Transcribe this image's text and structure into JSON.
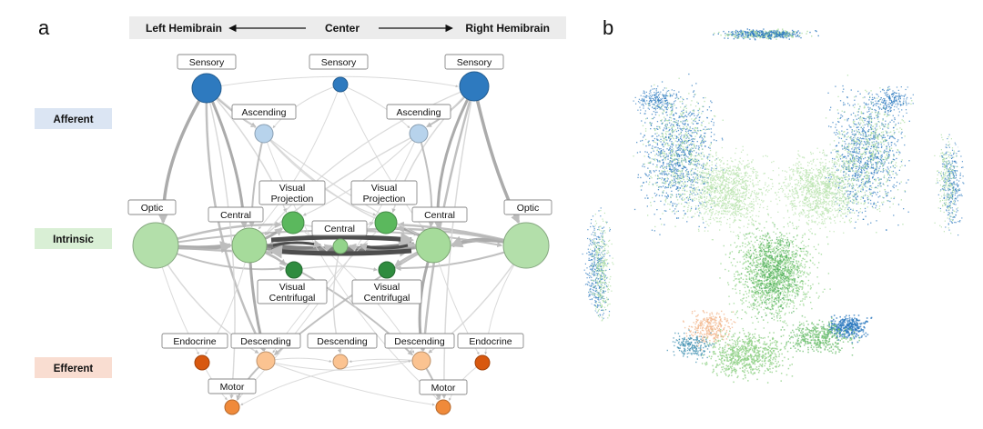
{
  "panels": {
    "a": "a",
    "b": "b"
  },
  "axis": {
    "left": "Left Hemibrain",
    "center": "Center",
    "right": "Right Hemibrain"
  },
  "tiers": [
    {
      "key": "afferent",
      "label": "Afferent",
      "color": "#dbe5f3"
    },
    {
      "key": "intrinsic",
      "label": "Intrinsic",
      "color": "#d9efd5"
    },
    {
      "key": "efferent",
      "label": "Efferent",
      "color": "#f9ddd1"
    }
  ],
  "colors": {
    "sensory": "#2e7abf",
    "ascending": "#b7d3ec",
    "optic": "#b3dfaa",
    "central": "#a6db9b",
    "central_mid": "#93d48b",
    "visual_projection": "#5bb85d",
    "visual_centrifugal": "#2f8c3f",
    "endocrine": "#d8580f",
    "descending": "#fbc391",
    "motor": "#f08a3a"
  },
  "diagram": {
    "nodes": [
      {
        "id": "sensory-left",
        "label": "Sensory",
        "type": "sensory",
        "r": 16
      },
      {
        "id": "sensory-center",
        "label": "Sensory",
        "type": "sensory",
        "r": 8
      },
      {
        "id": "sensory-right",
        "label": "Sensory",
        "type": "sensory",
        "r": 16
      },
      {
        "id": "ascending-left",
        "label": "Ascending",
        "type": "ascending",
        "r": 10
      },
      {
        "id": "ascending-right",
        "label": "Ascending",
        "type": "ascending",
        "r": 10
      },
      {
        "id": "optic-left",
        "label": "Optic",
        "type": "optic",
        "r": 25
      },
      {
        "id": "optic-right",
        "label": "Optic",
        "type": "optic",
        "r": 25
      },
      {
        "id": "central-left",
        "label": "Central",
        "type": "central",
        "r": 19
      },
      {
        "id": "central-center",
        "label": "Central",
        "type": "central_mid",
        "r": 8
      },
      {
        "id": "central-right",
        "label": "Central",
        "type": "central",
        "r": 19
      },
      {
        "id": "vp-left",
        "label": [
          "Visual",
          "Projection"
        ],
        "type": "visual_projection",
        "r": 12
      },
      {
        "id": "vp-right",
        "label": [
          "Visual",
          "Projection"
        ],
        "type": "visual_projection",
        "r": 12
      },
      {
        "id": "vc-left",
        "label": [
          "Visual",
          "Centrifugal"
        ],
        "type": "visual_centrifugal",
        "r": 9
      },
      {
        "id": "vc-right",
        "label": [
          "Visual",
          "Centrifugal"
        ],
        "type": "visual_centrifugal",
        "r": 9
      },
      {
        "id": "endocrine-left",
        "label": "Endocrine",
        "type": "endocrine",
        "r": 8
      },
      {
        "id": "endocrine-right",
        "label": "Endocrine",
        "type": "endocrine",
        "r": 8
      },
      {
        "id": "descending-left",
        "label": "Descending",
        "type": "descending",
        "r": 10
      },
      {
        "id": "descending-center",
        "label": "Descending",
        "type": "descending",
        "r": 8
      },
      {
        "id": "descending-right",
        "label": "Descending",
        "type": "descending",
        "r": 10
      },
      {
        "id": "motor-left",
        "label": "Motor",
        "type": "motor",
        "r": 8
      },
      {
        "id": "motor-right",
        "label": "Motor",
        "type": "motor",
        "r": 8
      }
    ],
    "edges": [
      [
        "sensory-left",
        "optic-left",
        3.5
      ],
      [
        "sensory-left",
        "central-left",
        3
      ],
      [
        "sensory-left",
        "ascending-left",
        2
      ],
      [
        "sensory-left",
        "descending-left",
        2.5
      ],
      [
        "sensory-left",
        "vp-left",
        1.5
      ],
      [
        "sensory-right",
        "optic-right",
        3.5
      ],
      [
        "sensory-right",
        "central-right",
        3
      ],
      [
        "sensory-right",
        "ascending-right",
        2
      ],
      [
        "sensory-right",
        "descending-right",
        2.5
      ],
      [
        "sensory-right",
        "vp-right",
        1.5
      ],
      [
        "sensory-center",
        "central-left",
        1
      ],
      [
        "sensory-center",
        "central-right",
        1
      ],
      [
        "sensory-center",
        "ascending-left",
        1
      ],
      [
        "sensory-center",
        "ascending-right",
        1
      ],
      [
        "ascending-left",
        "central-left",
        2
      ],
      [
        "ascending-left",
        "central-right",
        1.5
      ],
      [
        "ascending-right",
        "central-right",
        2
      ],
      [
        "ascending-right",
        "central-left",
        1.5
      ],
      [
        "ascending-left",
        "vp-right",
        1.2
      ],
      [
        "ascending-right",
        "vp-left",
        1.2
      ],
      [
        "optic-left",
        "central-left",
        4.5
      ],
      [
        "optic-right",
        "central-right",
        4.5
      ],
      [
        "optic-left",
        "vp-left",
        2.5
      ],
      [
        "optic-right",
        "vp-right",
        2.5
      ],
      [
        "optic-left",
        "vc-left",
        2
      ],
      [
        "optic-right",
        "vc-right",
        2
      ],
      [
        "optic-left",
        "central-right",
        2.5
      ],
      [
        "optic-right",
        "central-left",
        2.5
      ],
      [
        "optic-left",
        "optic-right",
        2
      ],
      [
        "central-left",
        "central-right",
        7
      ],
      [
        "central-left",
        "central-center",
        3
      ],
      [
        "central-right",
        "central-center",
        3
      ],
      [
        "central-left",
        "vp-left",
        3
      ],
      [
        "central-right",
        "vp-right",
        3
      ],
      [
        "central-left",
        "vc-left",
        2.5
      ],
      [
        "central-right",
        "vc-right",
        2.5
      ],
      [
        "vp-left",
        "vp-right",
        1.5
      ],
      [
        "vc-left",
        "vc-right",
        1.5
      ],
      [
        "central-left",
        "descending-left",
        3
      ],
      [
        "central-right",
        "descending-right",
        3
      ],
      [
        "central-left",
        "descending-right",
        2
      ],
      [
        "central-right",
        "descending-left",
        2
      ],
      [
        "central-center",
        "descending-center",
        1.5
      ],
      [
        "central-left",
        "endocrine-left",
        1
      ],
      [
        "central-right",
        "endocrine-right",
        1
      ],
      [
        "descending-left",
        "motor-left",
        2
      ],
      [
        "descending-right",
        "motor-right",
        2
      ],
      [
        "descending-left",
        "motor-right",
        1
      ],
      [
        "descending-right",
        "motor-left",
        1
      ],
      [
        "descending-left",
        "descending-center",
        1
      ],
      [
        "descending-right",
        "descending-center",
        1
      ],
      [
        "descending-left",
        "descending-right",
        1
      ],
      [
        "sensory-left",
        "motor-left",
        1.5
      ],
      [
        "sensory-right",
        "motor-right",
        1.5
      ],
      [
        "optic-left",
        "descending-left",
        1.5
      ],
      [
        "optic-right",
        "descending-right",
        1.5
      ],
      [
        "optic-left",
        "endocrine-left",
        1
      ],
      [
        "optic-right",
        "endocrine-right",
        1
      ],
      [
        "vp-left",
        "descending-right",
        1
      ],
      [
        "vp-right",
        "descending-left",
        1
      ],
      [
        "ascending-left",
        "motor-right",
        1
      ],
      [
        "ascending-right",
        "motor-left",
        1
      ],
      [
        "sensory-left",
        "central-right",
        1.2
      ],
      [
        "sensory-right",
        "central-left",
        1.2
      ],
      [
        "sensory-left",
        "sensory-right",
        1
      ],
      [
        "endocrine-left",
        "motor-left",
        1
      ],
      [
        "endocrine-right",
        "motor-right",
        1
      ]
    ]
  },
  "brain_render": {
    "description_colors": [
      "#2e7abf",
      "#a6db9b",
      "#5bb85d",
      "#f2b48a",
      "#3f9c6f"
    ]
  }
}
